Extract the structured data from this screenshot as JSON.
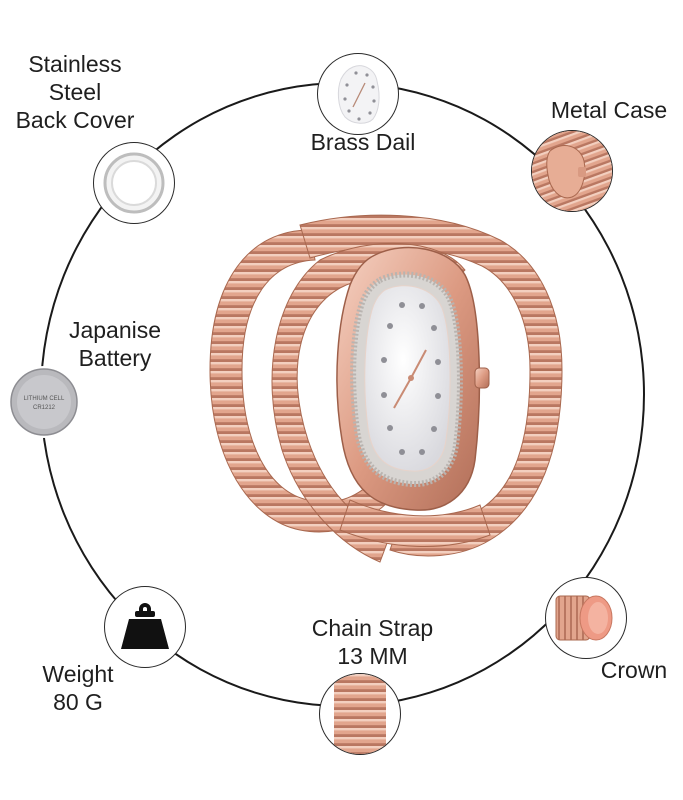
{
  "colors": {
    "rose_gold": "#e3a38b",
    "rose_gold_dark": "#b8735c",
    "rose_gold_light": "#f4cdbd",
    "dial": "#f1f1f3",
    "ring": "#1a1a1a"
  },
  "features": {
    "back_cover": {
      "label": "Stainless\nSteel\nBack Cover",
      "icon": "back-cover-icon"
    },
    "dial": {
      "label": "Brass Dail",
      "icon": "dial-icon"
    },
    "case": {
      "label": "Metal Case",
      "icon": "metal-case-icon"
    },
    "battery": {
      "label": "Japanise\nBattery",
      "icon": "battery-icon",
      "engraving": "LITHIUM CELL",
      "engraving_code": "CR1212"
    },
    "weight": {
      "label": "Weight\n80 G",
      "icon": "weight-icon"
    },
    "strap": {
      "label": "Chain Strap\n13 MM",
      "icon": "chain-strap-icon"
    },
    "crown": {
      "label": "Crown",
      "icon": "crown-icon"
    }
  },
  "product": {
    "name": "rose-gold-snake-watch",
    "icon": "watch-image"
  }
}
